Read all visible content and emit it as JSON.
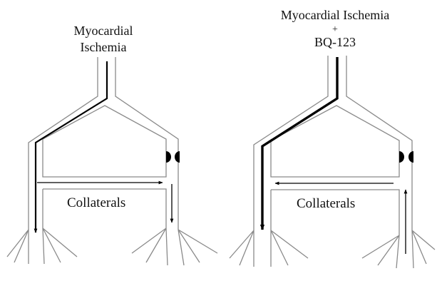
{
  "left_panel": {
    "title_line1": "Myocardial",
    "title_line2": "Ischemia",
    "collaterals_label": "Collaterals"
  },
  "right_panel": {
    "title_line1": "Myocardial Ischemia",
    "title_plus": "+",
    "title_line3": "BQ-123",
    "collaterals_label": "Collaterals"
  },
  "colors": {
    "vessel_wall": "#8a8a8a",
    "flow_arrow": "#000000",
    "occlusion": "#000000"
  }
}
